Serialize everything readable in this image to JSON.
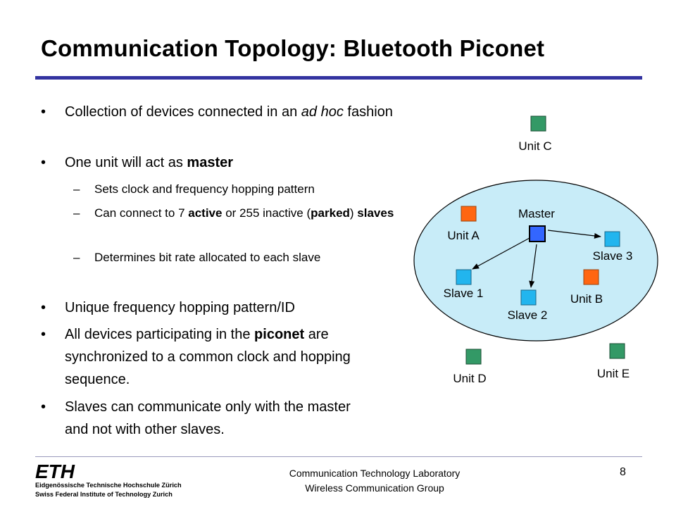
{
  "slide": {
    "title": "Communication Topology: Bluetooth Piconet",
    "page_number": "8"
  },
  "bullets": [
    {
      "pre": "Collection of devices connected in an ",
      "em": "ad hoc",
      "post": " fashion"
    },
    {
      "pre": "One unit will act as ",
      "strong": "master",
      "post": ""
    },
    {
      "pre": "Unique frequency hopping pattern/ID",
      "strong": "",
      "post": ""
    },
    {
      "pre": "All devices participating in the ",
      "strong": "piconet",
      "post": " are synchronized to a common clock and hopping sequence."
    },
    {
      "pre": "Slaves can communicate only with the master and not with other slaves.",
      "strong": "",
      "post": ""
    }
  ],
  "sub_bullets": [
    {
      "text": "Sets clock and frequency hopping pattern"
    },
    {
      "a": "Can connect to 7 ",
      "b": "active",
      "c": " or 255 inactive (",
      "d": "parked",
      "e": ") ",
      "f": "slaves"
    },
    {
      "text": "Determines bit rate allocated to each slave"
    }
  ],
  "diagram": {
    "nodes": {
      "unit_c": "Unit C",
      "master": "Master",
      "unit_a": "Unit A",
      "slave_3": "Slave 3",
      "slave_1": "Slave 1",
      "unit_b": "Unit B",
      "slave_2": "Slave 2",
      "unit_d": "Unit D",
      "unit_e": "Unit E"
    },
    "colors": {
      "piconet_fill": "#c8ecf8",
      "master": "#3366ff",
      "slave": "#22b5ee",
      "parked": "#ff6611",
      "outside": "#339966"
    }
  },
  "footer": {
    "logo_text": "ETH",
    "logo_line1": "Eidgenössische Technische Hochschule Zürich",
    "logo_line2": "Swiss Federal Institute of Technology Zurich",
    "lab": "Communication Technology Laboratory",
    "group": "Wireless Communication Group"
  }
}
